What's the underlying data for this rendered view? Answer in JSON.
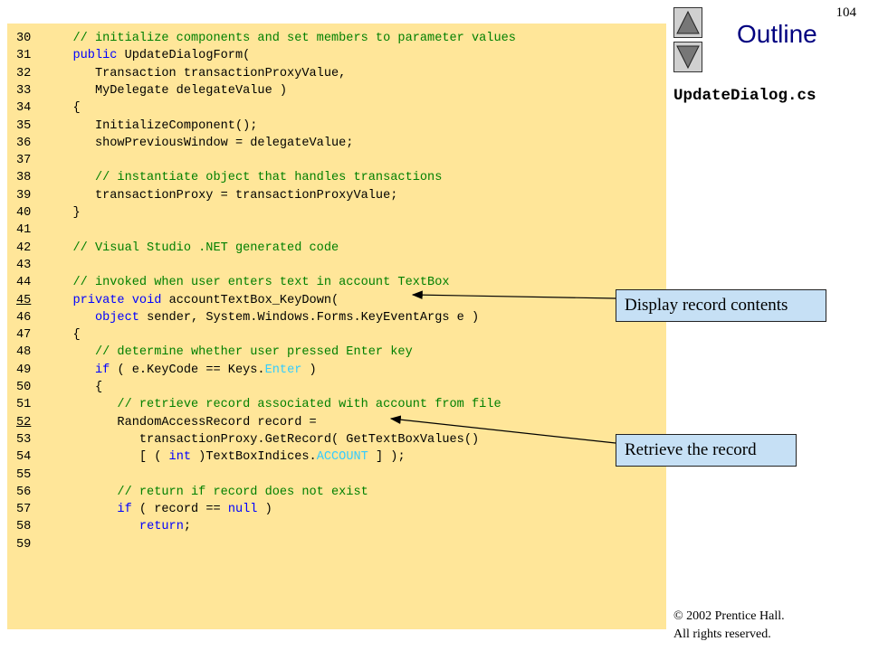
{
  "header": {
    "page_number": "104",
    "outline_title": "Outline",
    "file_name": "UpdateDialog.cs"
  },
  "nav": {
    "up_icon": "triangle-up-icon",
    "down_icon": "triangle-down-icon"
  },
  "code_lines": [
    {
      "num": "30",
      "segs": [
        [
          "c",
          "   // initialize components and set members to parameter values"
        ]
      ]
    },
    {
      "num": "31",
      "segs": [
        [
          "p",
          "   "
        ],
        [
          "k",
          "public"
        ],
        [
          "p",
          " UpdateDialogForm("
        ]
      ]
    },
    {
      "num": "32",
      "segs": [
        [
          "p",
          "      Transaction transactionProxyValue,"
        ]
      ]
    },
    {
      "num": "33",
      "segs": [
        [
          "p",
          "      MyDelegate delegateValue )"
        ]
      ]
    },
    {
      "num": "34",
      "segs": [
        [
          "p",
          "   {"
        ]
      ]
    },
    {
      "num": "35",
      "segs": [
        [
          "p",
          "      InitializeComponent();"
        ]
      ]
    },
    {
      "num": "36",
      "segs": [
        [
          "p",
          "      showPreviousWindow = delegateValue;"
        ]
      ]
    },
    {
      "num": "37",
      "segs": [
        [
          "p",
          ""
        ]
      ]
    },
    {
      "num": "38",
      "segs": [
        [
          "c",
          "      // instantiate object that handles transactions"
        ]
      ]
    },
    {
      "num": "39",
      "segs": [
        [
          "p",
          "      transactionProxy = transactionProxyValue;"
        ]
      ]
    },
    {
      "num": "40",
      "segs": [
        [
          "p",
          "   }"
        ]
      ]
    },
    {
      "num": "41",
      "segs": [
        [
          "p",
          ""
        ]
      ]
    },
    {
      "num": "42",
      "segs": [
        [
          "c",
          "   // Visual Studio .NET generated code"
        ]
      ]
    },
    {
      "num": "43",
      "segs": [
        [
          "p",
          ""
        ]
      ]
    },
    {
      "num": "44",
      "segs": [
        [
          "c",
          "   // invoked when user enters text in account TextBox"
        ]
      ]
    },
    {
      "num": "45",
      "underline": true,
      "segs": [
        [
          "p",
          "   "
        ],
        [
          "k",
          "private"
        ],
        [
          "p",
          " "
        ],
        [
          "k",
          "void"
        ],
        [
          "p",
          " accountTextBox_KeyDown("
        ]
      ]
    },
    {
      "num": "46",
      "segs": [
        [
          "p",
          "      "
        ],
        [
          "k",
          "object"
        ],
        [
          "p",
          " sender, System.Windows.Forms.KeyEventArgs e )"
        ]
      ]
    },
    {
      "num": "47",
      "segs": [
        [
          "p",
          "   {"
        ]
      ]
    },
    {
      "num": "48",
      "segs": [
        [
          "c",
          "      // determine whether user pressed Enter key"
        ]
      ]
    },
    {
      "num": "49",
      "segs": [
        [
          "p",
          "      "
        ],
        [
          "k",
          "if"
        ],
        [
          "p",
          " ( e.KeyCode == Keys."
        ],
        [
          "t",
          "Enter"
        ],
        [
          "p",
          " )"
        ]
      ]
    },
    {
      "num": "50",
      "segs": [
        [
          "p",
          "      {"
        ]
      ]
    },
    {
      "num": "51",
      "segs": [
        [
          "c",
          "         // retrieve record associated with account from file"
        ]
      ]
    },
    {
      "num": "52",
      "underline": true,
      "segs": [
        [
          "p",
          "         RandomAccessRecord record ="
        ]
      ]
    },
    {
      "num": "53",
      "segs": [
        [
          "p",
          "            transactionProxy.GetRecord( GetTextBoxValues()"
        ]
      ]
    },
    {
      "num": "54",
      "segs": [
        [
          "p",
          "            [ ( "
        ],
        [
          "k",
          "int"
        ],
        [
          "p",
          " )TextBoxIndices."
        ],
        [
          "t",
          "ACCOUNT"
        ],
        [
          "p",
          " ] );"
        ]
      ]
    },
    {
      "num": "55",
      "segs": [
        [
          "p",
          ""
        ]
      ]
    },
    {
      "num": "56",
      "segs": [
        [
          "c",
          "         // return if record does not exist"
        ]
      ]
    },
    {
      "num": "57",
      "segs": [
        [
          "p",
          "         "
        ],
        [
          "k",
          "if"
        ],
        [
          "p",
          " ( record == "
        ],
        [
          "k",
          "null"
        ],
        [
          "p",
          " )"
        ]
      ]
    },
    {
      "num": "58",
      "segs": [
        [
          "p",
          "            "
        ],
        [
          "k",
          "return"
        ],
        [
          "p",
          ";"
        ]
      ]
    },
    {
      "num": "59",
      "segs": [
        [
          "p",
          ""
        ]
      ]
    }
  ],
  "callouts": [
    {
      "text": "Display record contents"
    },
    {
      "text": "Retrieve the record"
    }
  ],
  "footer": {
    "copyright_line1": "© 2002 Prentice Hall.",
    "copyright_line2": "All rights reserved."
  },
  "colors": {
    "code_background": "#ffe699",
    "keyword": "#0000ff",
    "comment": "#008000",
    "type_member": "#33ccff",
    "callout_background": "#c6e0f5",
    "outline_title": "#000080"
  }
}
